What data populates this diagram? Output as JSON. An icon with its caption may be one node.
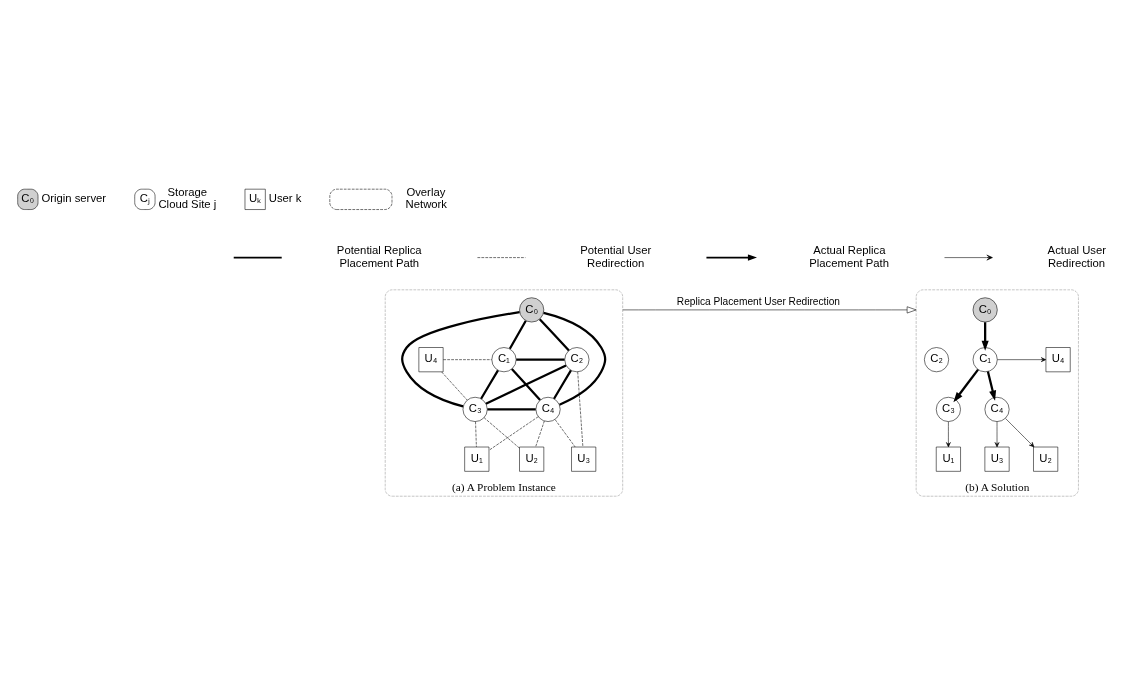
{
  "diagram": {
    "nodes": [
      {
        "text": [
          "(a) A Problem Instance"
        ]
      },
      {
        "text": [
          "C₀"
        ],
        "in": 0
      },
      {
        "text": [
          "C₁"
        ],
        "in": 0
      },
      {
        "text": [
          "C₂"
        ],
        "in": 0
      },
      {
        "text": [
          "C₃"
        ],
        "in": 0
      },
      {
        "text": [
          "C₄"
        ],
        "in": 0
      },
      {
        "text": [
          "U₄"
        ],
        "in": 0
      },
      {
        "text": [
          "U₁"
        ],
        "in": 0
      },
      {
        "text": [
          "U₂"
        ],
        "in": 0
      },
      {
        "text": [
          "U₃"
        ],
        "in": 0
      },
      {
        "text": [
          "(b) A Solution"
        ]
      },
      {
        "text": [
          "C₀"
        ],
        "in": 10
      },
      {
        "text": [
          "U₄"
        ],
        "in": 10
      },
      {
        "text": [
          "C₁"
        ],
        "in": 10
      },
      {
        "text": [
          "C₂"
        ],
        "in": 10
      },
      {
        "text": [
          "C₃"
        ],
        "in": 10
      },
      {
        "text": [
          "C₄"
        ],
        "in": 10
      },
      {
        "text": [
          "U₃"
        ],
        "in": 10
      },
      {
        "text": [
          "U₁"
        ],
        "in": 10
      },
      {
        "text": [
          "U₂"
        ],
        "in": 10
      }
    ],
    "edges": [
      {
        "from": 1,
        "to": 2,
        "arrow": "none",
        "style": "thick"
      },
      {
        "from": 1,
        "to": 4,
        "arrow": "none",
        "style": "thick"
      },
      {
        "from": 1,
        "to": 5,
        "arrow": "none",
        "style": "thick"
      },
      {
        "from": 1,
        "to": 3,
        "arrow": "none",
        "style": "thick"
      },
      {
        "from": 2,
        "to": 3,
        "arrow": "none",
        "style": "thick"
      },
      {
        "from": 2,
        "to": 4,
        "arrow": "none",
        "style": "thick"
      },
      {
        "from": 2,
        "to": 5,
        "arrow": "none",
        "style": "thick"
      },
      {
        "from": 3,
        "to": 4,
        "arrow": "none",
        "style": "thick"
      },
      {
        "from": 3,
        "to": 5,
        "arrow": "none",
        "style": "thick"
      },
      {
        "from": 4,
        "to": 5,
        "arrow": "none",
        "style": "thick"
      },
      {
        "from": 6,
        "to": 2,
        "arrow": "none",
        "style": "dashed"
      },
      {
        "from": 6,
        "to": 4,
        "arrow": "none",
        "style": "dashed"
      },
      {
        "from": 4,
        "to": 7,
        "arrow": "none",
        "style": "dashed"
      },
      {
        "from": 4,
        "to": 8,
        "arrow": "none",
        "style": "dashed"
      },
      {
        "from": 5,
        "to": 7,
        "arrow": "none",
        "style": "dashed"
      },
      {
        "from": 5,
        "to": 8,
        "arrow": "none",
        "style": "dashed"
      },
      {
        "from": 5,
        "to": 9,
        "arrow": "none",
        "style": "dashed"
      },
      {
        "from": 3,
        "to": 9,
        "arrow": "none",
        "style": "dashed"
      },
      {
        "from": 0,
        "to": 10,
        "arrow": "to",
        "label": "Replica Placement User Redirection"
      },
      {
        "from": 11,
        "to": 13,
        "arrow": "to",
        "style": "thick"
      },
      {
        "from": 13,
        "to": 15,
        "arrow": "to",
        "style": "thick"
      },
      {
        "from": 13,
        "to": 16,
        "arrow": "to",
        "style": "thick"
      },
      {
        "from": 13,
        "to": 12,
        "arrow": "to"
      },
      {
        "from": 15,
        "to": 18,
        "arrow": "to"
      },
      {
        "from": 16,
        "to": 19,
        "arrow": "to"
      },
      {
        "from": 16,
        "to": 17,
        "arrow": "to"
      }
    ],
    "labels": [
      "C₀",
      "Cⱼ",
      "Uₖ"
    ],
    "legend": [
      {
        "text": "Origin server"
      },
      {
        "text": "Storage Cloud Site j"
      },
      {
        "text": "User k"
      },
      {
        "text": "Overlay Network"
      },
      {
        "text": "Potential Replica Placement Path"
      },
      {
        "text": "Potential User Redirection"
      },
      {
        "text": "Actual Replica Placement Path"
      },
      {
        "text": "Actual User Redirection"
      }
    ]
  }
}
